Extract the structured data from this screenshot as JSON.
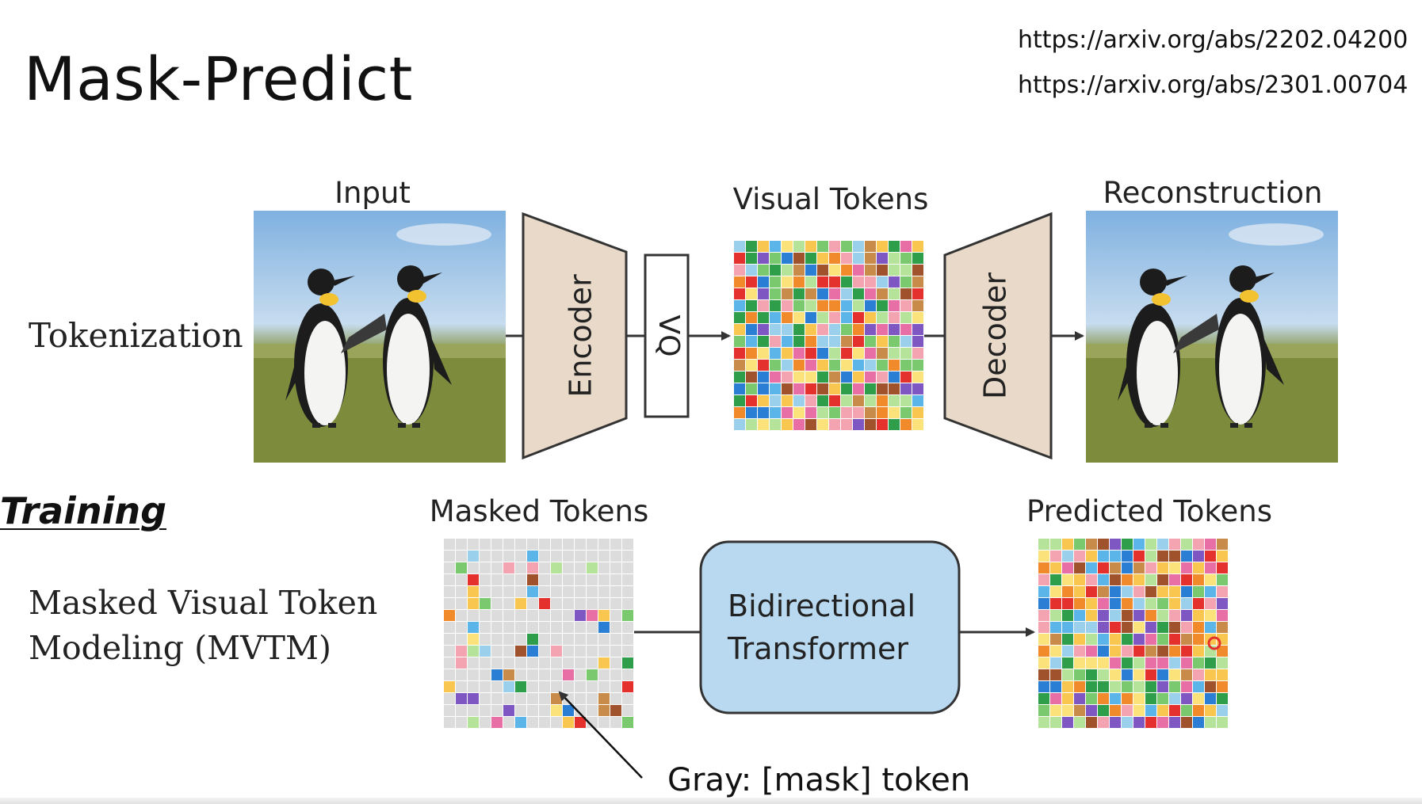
{
  "slide": {
    "title": "Mask-Predict",
    "refs": [
      "https://arxiv.org/abs/2202.04200",
      "https://arxiv.org/abs/2301.00704"
    ]
  },
  "diagram": {
    "rows": {
      "tokenization": "Tokenization",
      "training": "Training",
      "mvtm_line1": "Masked Visual Token",
      "mvtm_line2": "Modeling (MVTM)"
    },
    "headers": {
      "input": "Input",
      "visual_tokens": "Visual Tokens",
      "reconstruction": "Reconstruction",
      "masked_tokens": "Masked Tokens",
      "predicted_tokens": "Predicted Tokens"
    },
    "blocks": {
      "encoder": "Encoder",
      "vq": "VQ",
      "decoder": "Decoder",
      "transformer_line1": "Bidirectional",
      "transformer_line2": "Transformer"
    },
    "note": "Gray: [mask] token"
  },
  "colors": {
    "trapezoid_fill": "#e8d9c8",
    "transformer_fill": "#b9d9f0",
    "mask_gray": "#dcdcdc",
    "token_palette": [
      "#e5312d",
      "#f08a2a",
      "#f9c74f",
      "#fbe27a",
      "#7bc96f",
      "#2f9e4b",
      "#2a7fd4",
      "#5bb5e8",
      "#7e57c2",
      "#e86fa6",
      "#f4a3b1",
      "#a0522d",
      "#c98b4a",
      "#9ad0ec",
      "#b6e39a"
    ]
  }
}
